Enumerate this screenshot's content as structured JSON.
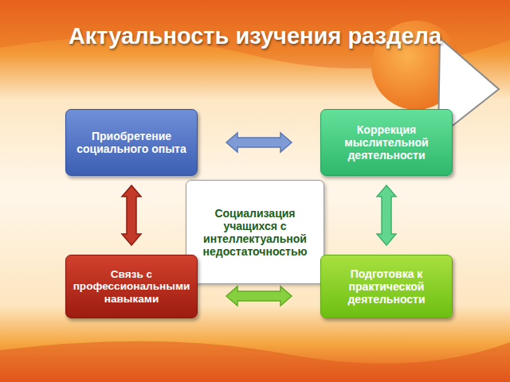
{
  "diagram": {
    "title": "Актуальность изучения раздела",
    "nodes": [
      {
        "text": [
          "Приобретение социального опыта"
        ]
      },
      {
        "text": [
          "Коррекция мыслительной деятельности"
        ]
      },
      {
        "text": [
          "Социализация учащихся с интеллектуальной недостаточностью"
        ]
      },
      {
        "text": [
          "Связь с профессиональными навыками"
        ]
      },
      {
        "text": [
          "Подготовка к практической деятельности"
        ]
      }
    ],
    "edges": [
      {
        "from": 0,
        "to": 1,
        "arrow": "both"
      },
      {
        "from": 0,
        "to": 3,
        "arrow": "both"
      },
      {
        "from": 1,
        "to": 4,
        "arrow": "both"
      },
      {
        "from": 3,
        "to": 4,
        "arrow": "both"
      }
    ]
  }
}
